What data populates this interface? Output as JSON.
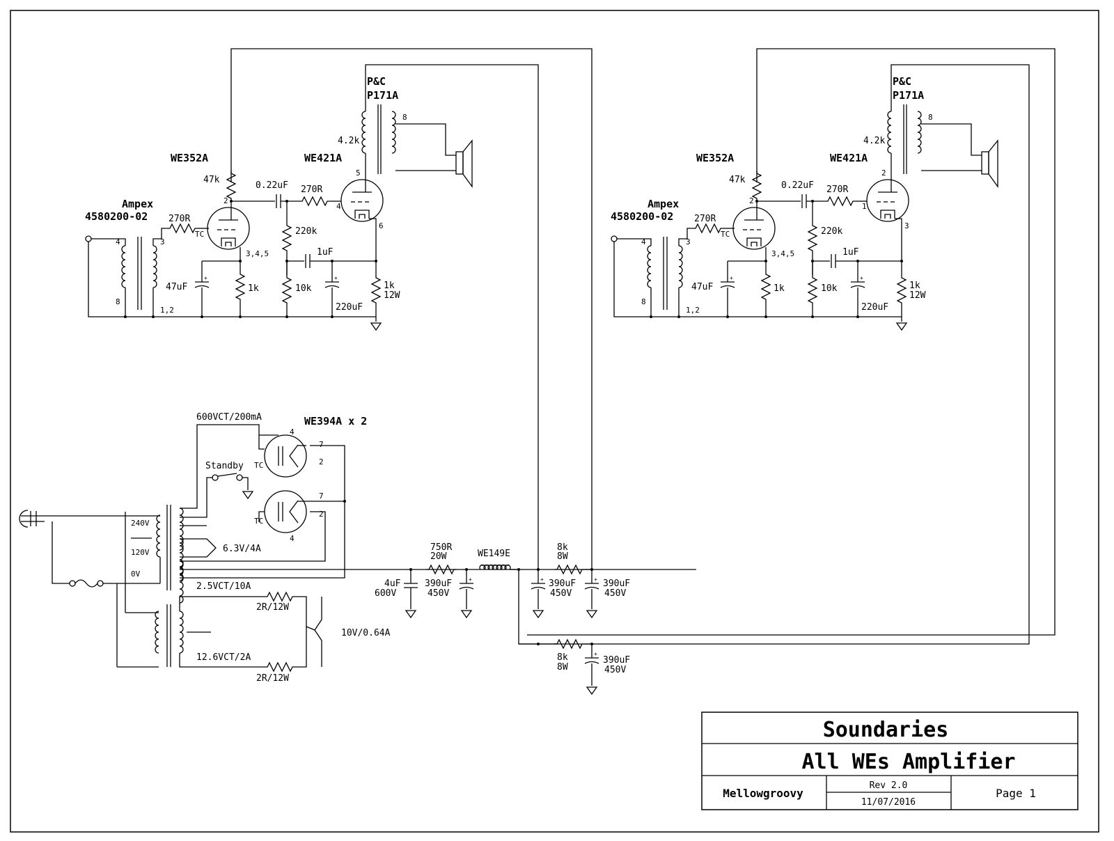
{
  "channel_left": {
    "output_transformer_brand": "P&C",
    "output_transformer_model": "P171A",
    "ot_primary_impedance": "4.2k",
    "ot_secondary_pin": "8",
    "driver_tube": "WE352A",
    "output_tube": "WE421A",
    "input_transformer_brand": "Ampex",
    "input_transformer_model": "4580200-02",
    "grid_stopper_1": "270R",
    "plate_load": "47k",
    "coupling_cap": "0.22uF",
    "grid_stopper_2": "270R",
    "grid_leak": "220k",
    "bypass_cap_small": "1uF",
    "cathode_cap_driver": "47uF",
    "cathode_res_driver": "1k",
    "divider_res": "10k",
    "cathode_cap_output": "220uF",
    "cathode_res_output": "1k",
    "cathode_res_output_watts": "12W",
    "driver_cathode_pins": "3,4,5",
    "it_pin_4": "4",
    "it_pin_8": "8",
    "it_pin_3": "3",
    "it_pin_12": "1,2",
    "driver_plate_pin": "2",
    "tc": "TC",
    "out_plate_pin": "5",
    "out_grid_pin": "4",
    "out_cathode_pin": "6"
  },
  "channel_right": {
    "output_transformer_brand": "P&C",
    "output_transformer_model": "P171A",
    "ot_primary_impedance": "4.2k",
    "ot_secondary_pin": "8",
    "driver_tube": "WE352A",
    "output_tube": "WE421A",
    "input_transformer_brand": "Ampex",
    "input_transformer_model": "4580200-02",
    "grid_stopper_1": "270R",
    "plate_load": "47k",
    "coupling_cap": "0.22uF",
    "grid_stopper_2": "270R",
    "grid_leak": "220k",
    "bypass_cap_small": "1uF",
    "cathode_cap_driver": "47uF",
    "cathode_res_driver": "1k",
    "divider_res": "10k",
    "cathode_cap_output": "220uF",
    "cathode_res_output": "1k",
    "cathode_res_output_watts": "12W",
    "driver_cathode_pins": "3,4,5",
    "it_pin_4": "4",
    "it_pin_8": "8",
    "it_pin_3": "3",
    "it_pin_12": "1,2",
    "driver_plate_pin": "2",
    "tc": "TC",
    "out_plate_pin": "2",
    "out_grid_pin": "1",
    "out_cathode_pin": "3"
  },
  "power_supply": {
    "ht_transformer": "600VCT/200mA",
    "rectifier": "WE394A x 2",
    "standby": "Standby",
    "tap_240": "240V",
    "tap_120": "120V",
    "tap_0": "0V",
    "heater_63": "6.3V/4A",
    "heater_25": "2.5VCT/10A",
    "filament_xfmr": "12.6VCT/2A",
    "fil_res_top": "2R/12W",
    "fil_res_bottom": "2R/12W",
    "fil_out": "10V/0.64A",
    "rect_pin_4a": "4",
    "rect_pin_7a": "7",
    "rect_pin_2a": "2",
    "rect_pin_7b": "7",
    "rect_pin_2b": "2",
    "rect_pin_4b": "4",
    "rect_tc_a": "TC",
    "rect_tc_b": "TC",
    "series_res": "750R",
    "series_res_watts": "20W",
    "choke": "WE149E",
    "cap_first": "4uF",
    "cap_first_v": "600V",
    "cap_second": "390uF",
    "cap_second_v": "450V",
    "dec_res_1": "8k",
    "dec_res_1_w": "8W",
    "dec_cap_1": "390uF",
    "dec_cap_1_v": "450V",
    "dec_cap_2": "390uF",
    "dec_cap_2_v": "450V",
    "dec_res_2": "8k",
    "dec_res_2_w": "8W",
    "dec_cap_3": "390uF",
    "dec_cap_3_v": "450V"
  },
  "title_block": {
    "company": "Soundaries",
    "title": "All WEs Amplifier",
    "author": "Mellowgroovy",
    "revision": "Rev 2.0",
    "date": "11/07/2016",
    "page": "Page 1"
  }
}
